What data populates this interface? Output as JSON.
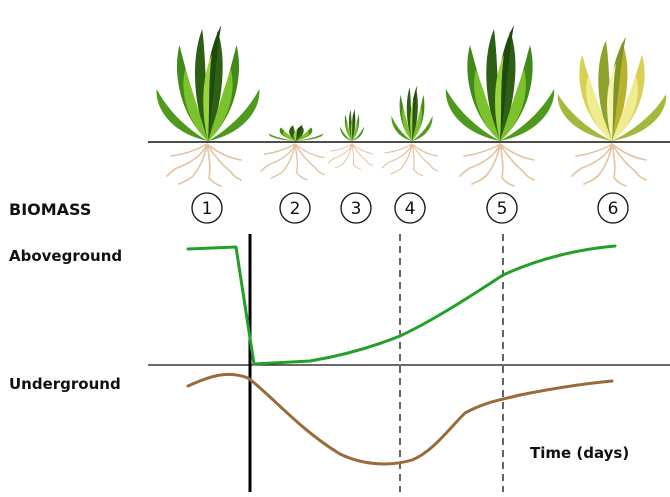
{
  "labels": {
    "biomass": "BIOMASS",
    "aboveground": "Aboveground",
    "underground": "Underground",
    "time_axis": "Time (days)"
  },
  "stages": [
    {
      "number": "1",
      "plant": "tall-grass-tuft-icon"
    },
    {
      "number": "2",
      "plant": "cut-grass-stubble-icon"
    },
    {
      "number": "3",
      "plant": "small-regrowth-icon"
    },
    {
      "number": "4",
      "plant": "medium-regrowth-icon"
    },
    {
      "number": "5",
      "plant": "tall-grass-tuft-icon"
    },
    {
      "number": "6",
      "plant": "yellowing-grass-tuft-icon"
    }
  ],
  "colors": {
    "aboveground_curve": "#22a02a",
    "underground_curve": "#9a6b3a",
    "roots": "#e2c2a0",
    "grass_dark": "#2f5f14",
    "grass_light": "#7cc22c",
    "grass_yellow": "#e6e070"
  }
}
